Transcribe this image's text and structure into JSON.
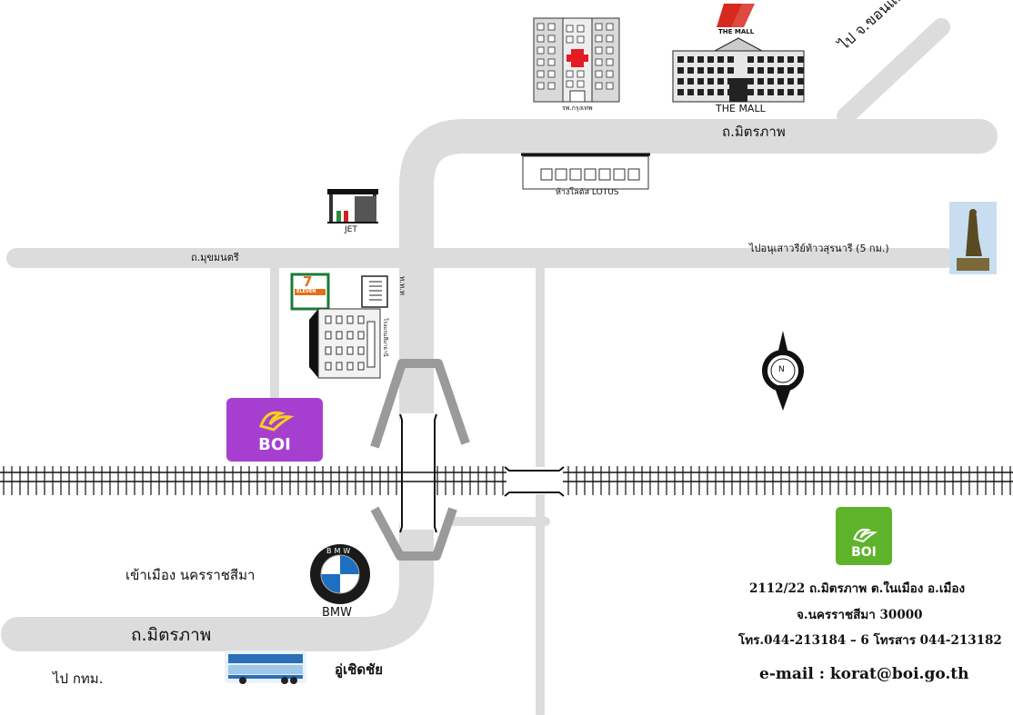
{
  "roads": {
    "mittraphap_top": "ถ.มิตรภาพ",
    "mukkhamontri": "ถ.มุขมนตรี",
    "to_khonkaen": "ไป จ.ขอนแก่น",
    "to_monument": "ไปอนุเสาวรีย์ท้าวสุรนารี  (5  กม.)",
    "mittraphap_bottom": "ถ.มิตรภาพ",
    "to_bangkok": "ไป  กทม.",
    "to_city": "เข้าเมือง  นครราชสีมา"
  },
  "landmarks": {
    "hospital": "รพ.กรุงเทพ",
    "mall_logo": "THE MALL",
    "mall_name": "THE MALL",
    "lotus": "ห้างโลตัส LOTUS",
    "jet": "JET",
    "seven_eleven": "ELEVEN",
    "seven_digit": "7",
    "shop_vertical": "ท.ท.ท",
    "hotel_vertical": "โรงแรมสีมาธานี",
    "bmw": "BMW",
    "bmw_letters": "BMW",
    "bus_station": "อู่เชิดชัย",
    "compass": "N"
  },
  "boi": {
    "purple_label": "BOI",
    "green_label": "BOI",
    "purple_color": "#a63fd0",
    "green_color": "#5fb32a"
  },
  "address": {
    "line1": "2112/22 ถ.มิตรภาพ ต.ในเมือง อ.เมือง",
    "line2": "จ.นครราชสีมา  30000",
    "line3": "โทร.044-213184 – 6 โทรสาร 044-213182",
    "email": "e-mail : korat@boi.go.th"
  }
}
